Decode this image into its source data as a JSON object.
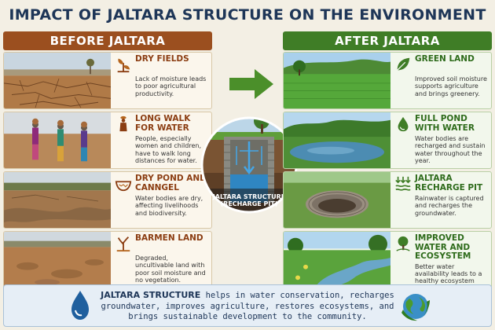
{
  "title": "IMPACT OF JALTARA STRUCTURE ON THE ENVIRONMENT",
  "before": {
    "header": "BEFORE JALTARA",
    "items": [
      {
        "title": "DRY FIELDS",
        "text": "Lack of moisture leads to poor agricultural productivity.",
        "icon": "wilting-plant-icon"
      },
      {
        "title": "LONG WALK FOR WATER",
        "text": "People, especially women and children, have to walk long distances for water.",
        "icon": "person-carrying-water-icon"
      },
      {
        "title": "DRY POND AND CANNGEL",
        "text": "Water bodies are dry, affecting livelihoods and biodiversity.",
        "icon": "dry-bowl-icon"
      },
      {
        "title": "BARMEN LAND",
        "text": "Degraded, uncultivable land with poor soil moisture and no vegetation.",
        "icon": "barren-tree-icon"
      }
    ]
  },
  "after": {
    "header": "AFTER JALTARA",
    "items": [
      {
        "title": "GREEN LAND",
        "text": "Improved soil moisture supports agriculture and brings greenery.",
        "icon": "leaf-icon"
      },
      {
        "title": "FULL POND WITH WATER",
        "text": "Water bodies are recharged and sustain water throughout the year.",
        "icon": "water-drop-icon"
      },
      {
        "title": "JALTARA RECHARGE PIT",
        "text": "Rainwater is captured and recharges the groundwater.",
        "icon": "recharge-arrows-icon"
      },
      {
        "title": "IMPROVED WATER AND ECOSYSTEM",
        "text": "Better water availability leads to a healthy ecosystem and biodiversity.",
        "icon": "tree-icon"
      }
    ]
  },
  "well": {
    "label_line1": "JALTARA STRUCTURE",
    "label_line2": "(RECHARGE PIT)"
  },
  "footer": {
    "bold": "JALTARA STRUCTURE",
    "text": " helps in water conservation, recharges groundwater, improves agriculture, restores ecosystems, and brings sustainable development to the community."
  },
  "colors": {
    "before": "#9b4f1f",
    "after": "#3f7d26",
    "title": "#1d3557"
  }
}
